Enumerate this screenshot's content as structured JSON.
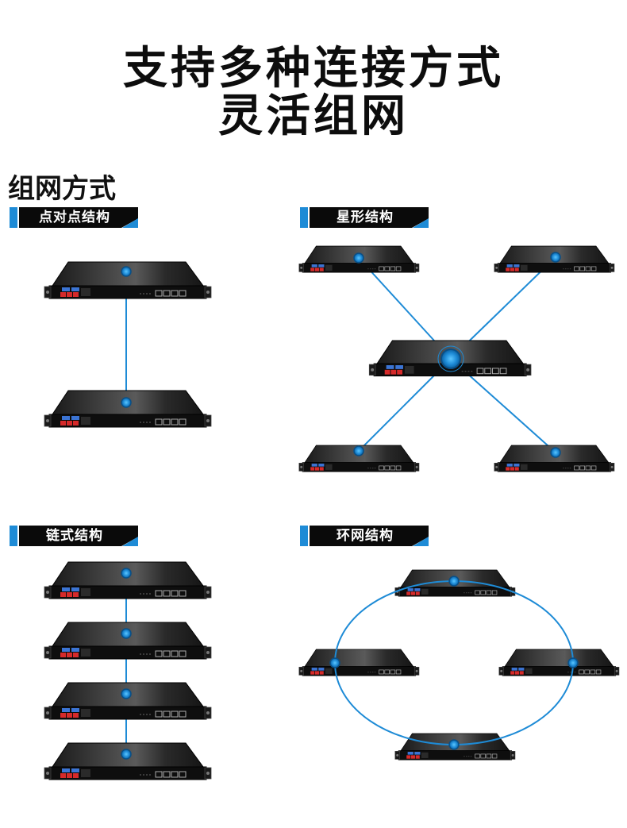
{
  "title": {
    "line1": "支持多种连接方式",
    "line2": "灵活组网"
  },
  "section_heading": "组网方式",
  "topologies": [
    {
      "id": "p2p",
      "label": "点对点结构"
    },
    {
      "id": "star",
      "label": "星形结构"
    },
    {
      "id": "chain",
      "label": "链式结构"
    },
    {
      "id": "ring",
      "label": "环网结构"
    }
  ],
  "colors": {
    "accent": "#1e8bd6",
    "device_body": "#111111",
    "link": "#1e8bd6",
    "port_red": "#d62a2a",
    "port_blue": "#2a6fd6"
  },
  "icons": {
    "device": "rack-switch-icon",
    "node": "link-node-icon"
  }
}
